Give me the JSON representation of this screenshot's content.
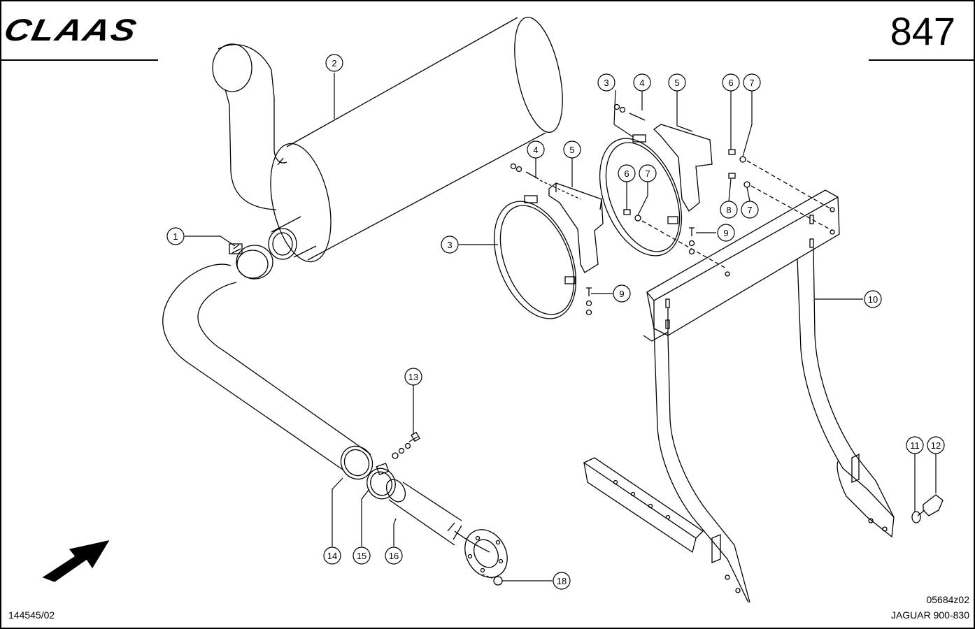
{
  "header": {
    "brand": "CLAAS",
    "page_number": "847"
  },
  "footer": {
    "doc_id": "144545/02",
    "drawing_id": "05684z02",
    "model": "JAGUAR 900-830"
  },
  "callouts": [
    {
      "id": "c1",
      "label": "1"
    },
    {
      "id": "c2",
      "label": "2"
    },
    {
      "id": "c3a",
      "label": "3"
    },
    {
      "id": "c3b",
      "label": "3"
    },
    {
      "id": "c4a",
      "label": "4"
    },
    {
      "id": "c4b",
      "label": "4"
    },
    {
      "id": "c5a",
      "label": "5"
    },
    {
      "id": "c5b",
      "label": "5"
    },
    {
      "id": "c6a",
      "label": "6"
    },
    {
      "id": "c6b",
      "label": "6"
    },
    {
      "id": "c7a",
      "label": "7"
    },
    {
      "id": "c7b",
      "label": "7"
    },
    {
      "id": "c7c",
      "label": "7"
    },
    {
      "id": "c8",
      "label": "8"
    },
    {
      "id": "c9a",
      "label": "9"
    },
    {
      "id": "c9b",
      "label": "9"
    },
    {
      "id": "c10",
      "label": "10"
    },
    {
      "id": "c11",
      "label": "11"
    },
    {
      "id": "c12",
      "label": "12"
    },
    {
      "id": "c13",
      "label": "13"
    },
    {
      "id": "c14",
      "label": "14"
    },
    {
      "id": "c15",
      "label": "15"
    },
    {
      "id": "c16",
      "label": "16"
    },
    {
      "id": "c18",
      "label": "18"
    }
  ]
}
